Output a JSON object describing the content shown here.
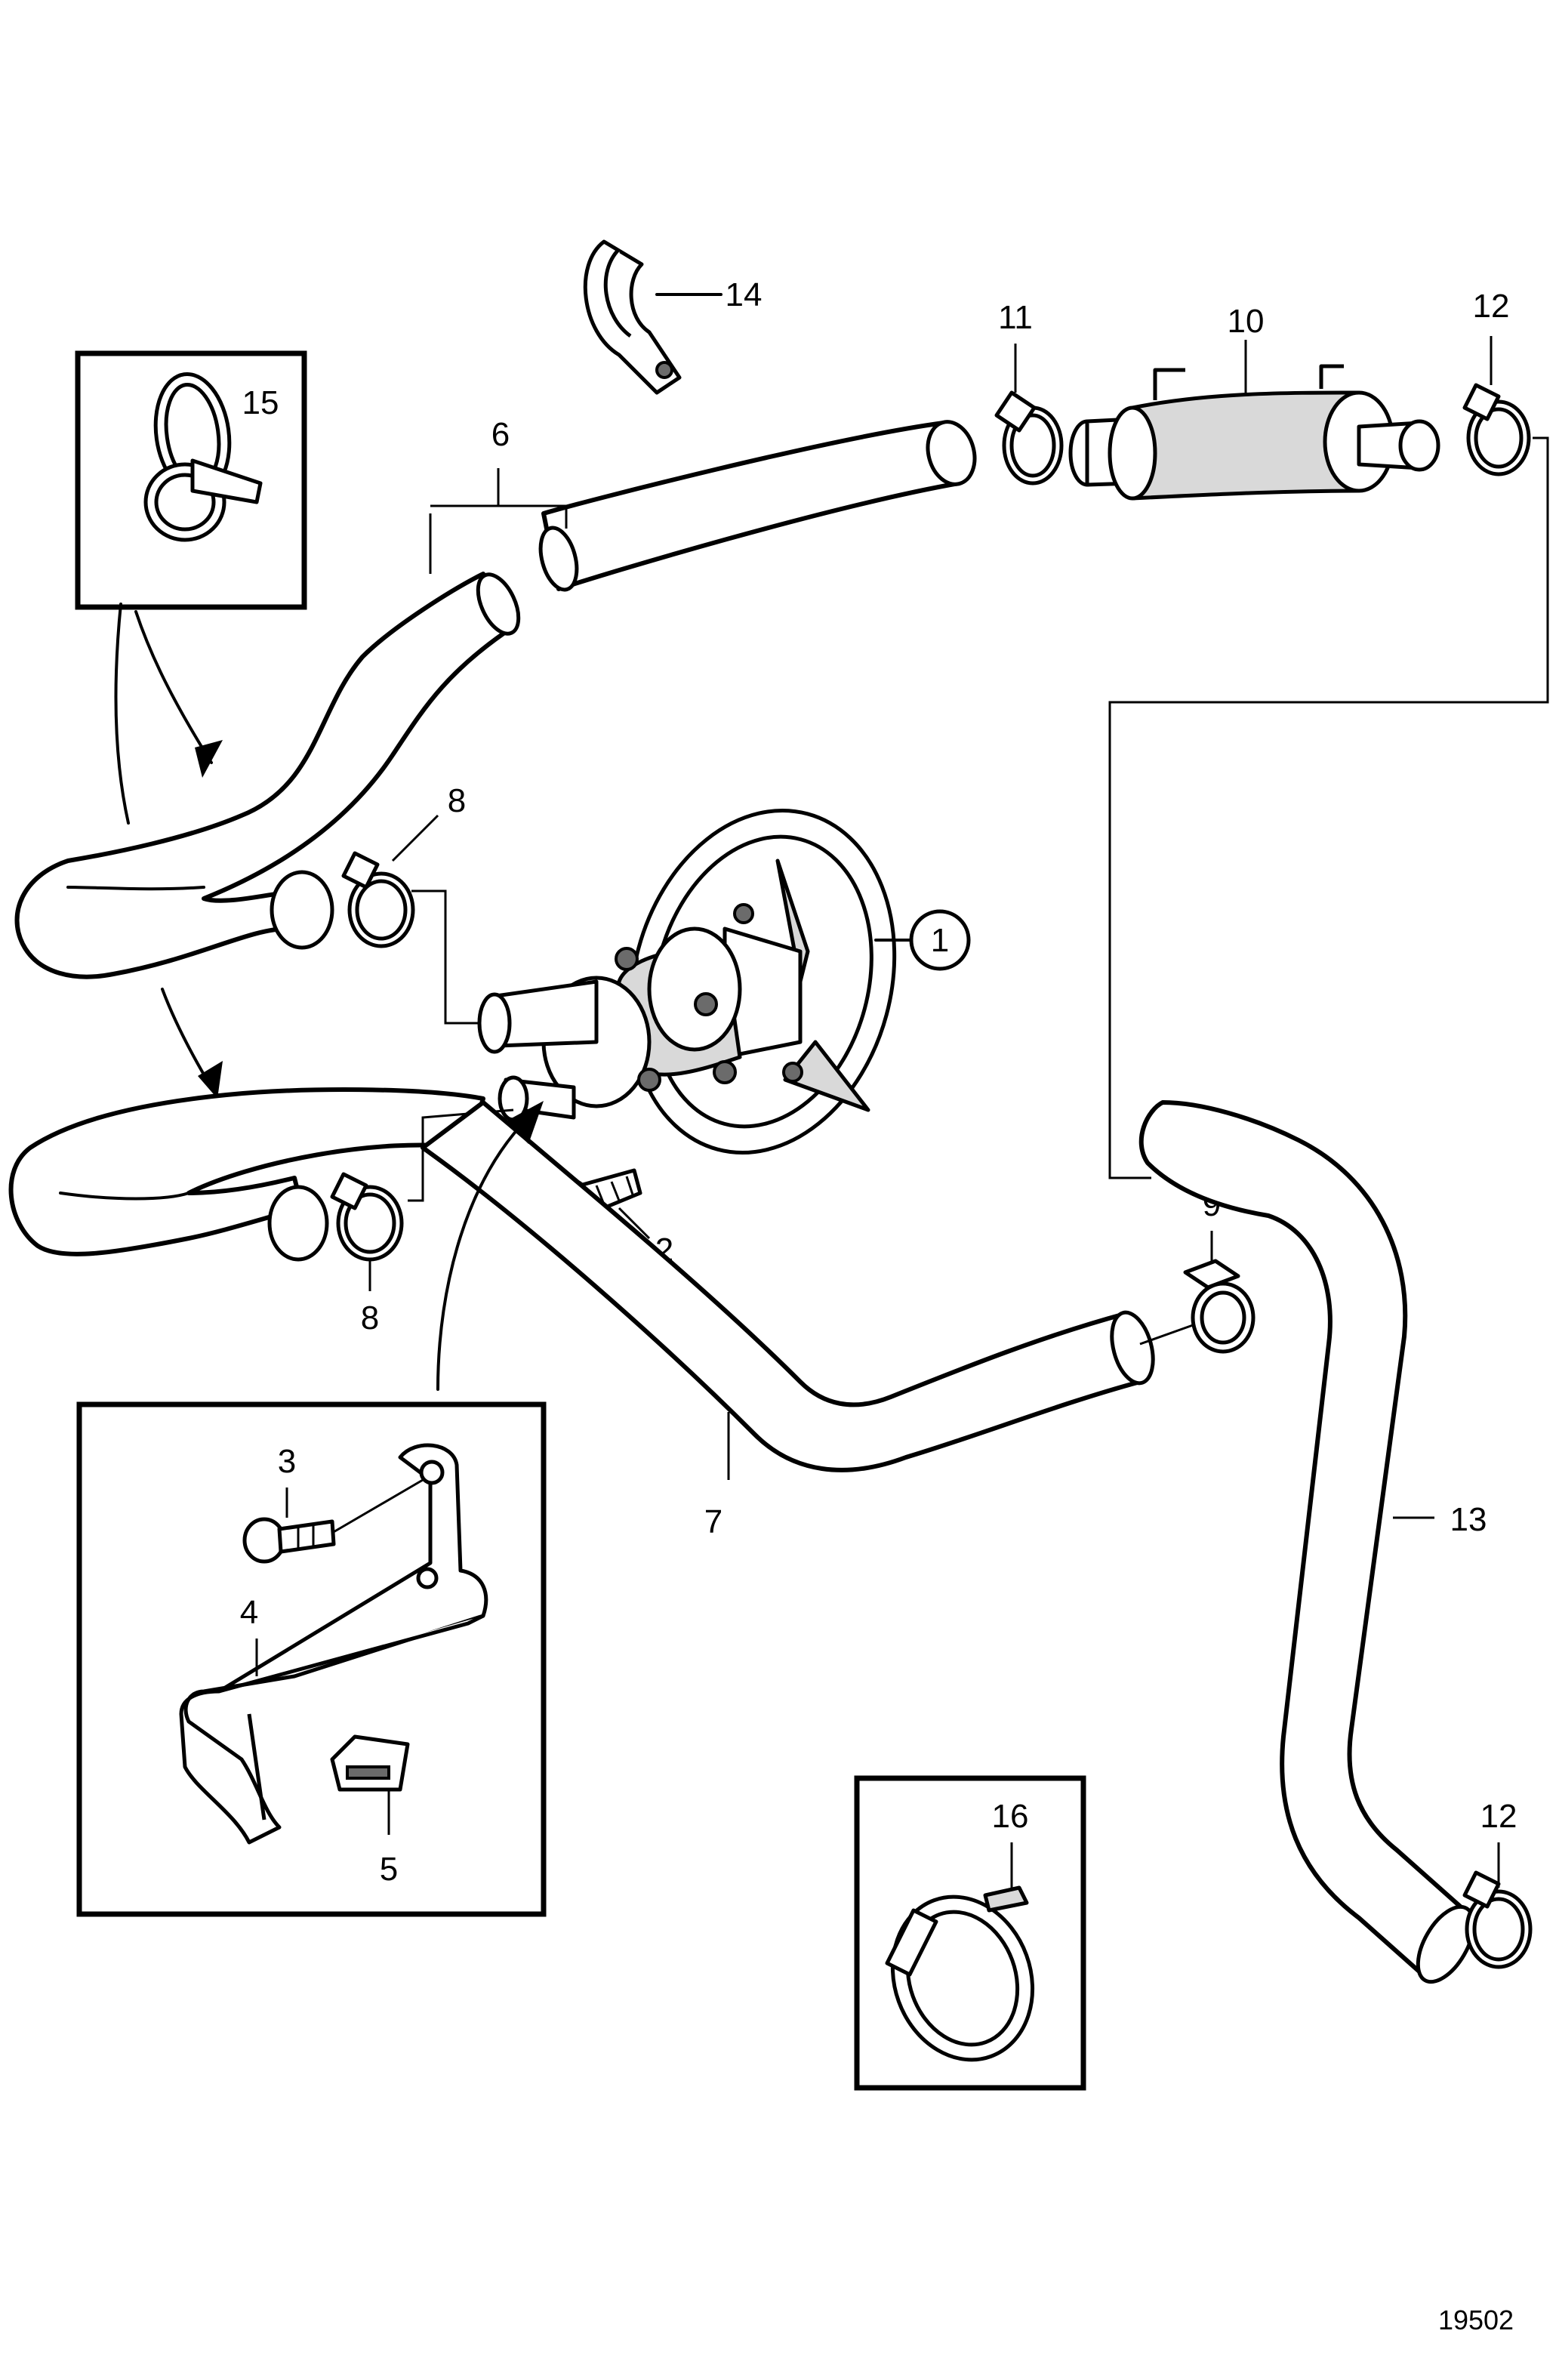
{
  "labels": {
    "p1": "1",
    "p2": "2",
    "p3": "3",
    "p4": "4",
    "p5": "5",
    "p6": "6",
    "p7": "7",
    "p8a": "8",
    "p8b": "8",
    "p9": "9",
    "p10": "10",
    "p11": "11",
    "p12a": "12",
    "p12b": "12",
    "p13": "13",
    "p14": "14",
    "p15": "15",
    "p16": "16"
  },
  "figure_number": "19502",
  "colors": {
    "line": "#000000",
    "shade": "#d9d9d9",
    "background": "#ffffff"
  }
}
